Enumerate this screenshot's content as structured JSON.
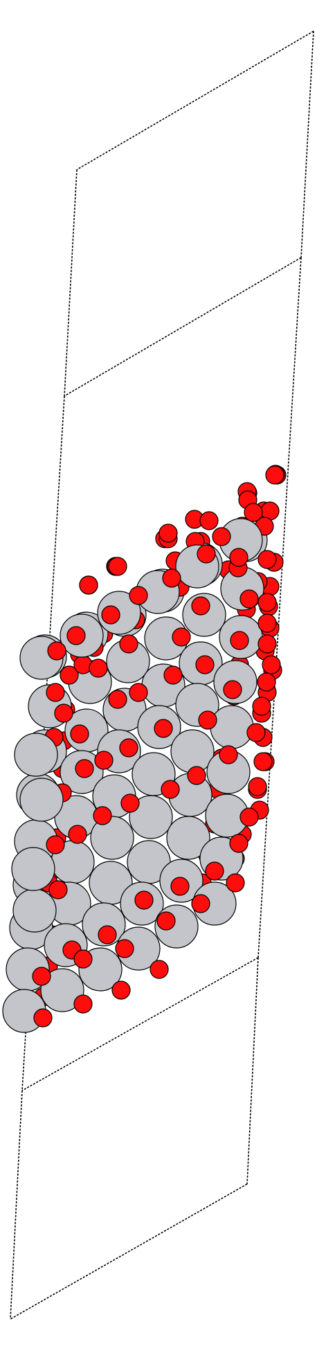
{
  "scene": {
    "kind": "atomic-structure",
    "cell_outline": "dashed-parallelepiped",
    "colors": {
      "metal_atom_fill": "#c3c5ca",
      "oxygen_atom_fill": "#ff0d0d",
      "atom_stroke": "#000000",
      "cell_line": "#000000",
      "background": "#ffffff"
    },
    "species": [
      {
        "name": "metal",
        "color_key": "metal_atom_fill"
      },
      {
        "name": "oxygen",
        "color_key": "oxygen_atom_fill"
      }
    ]
  }
}
